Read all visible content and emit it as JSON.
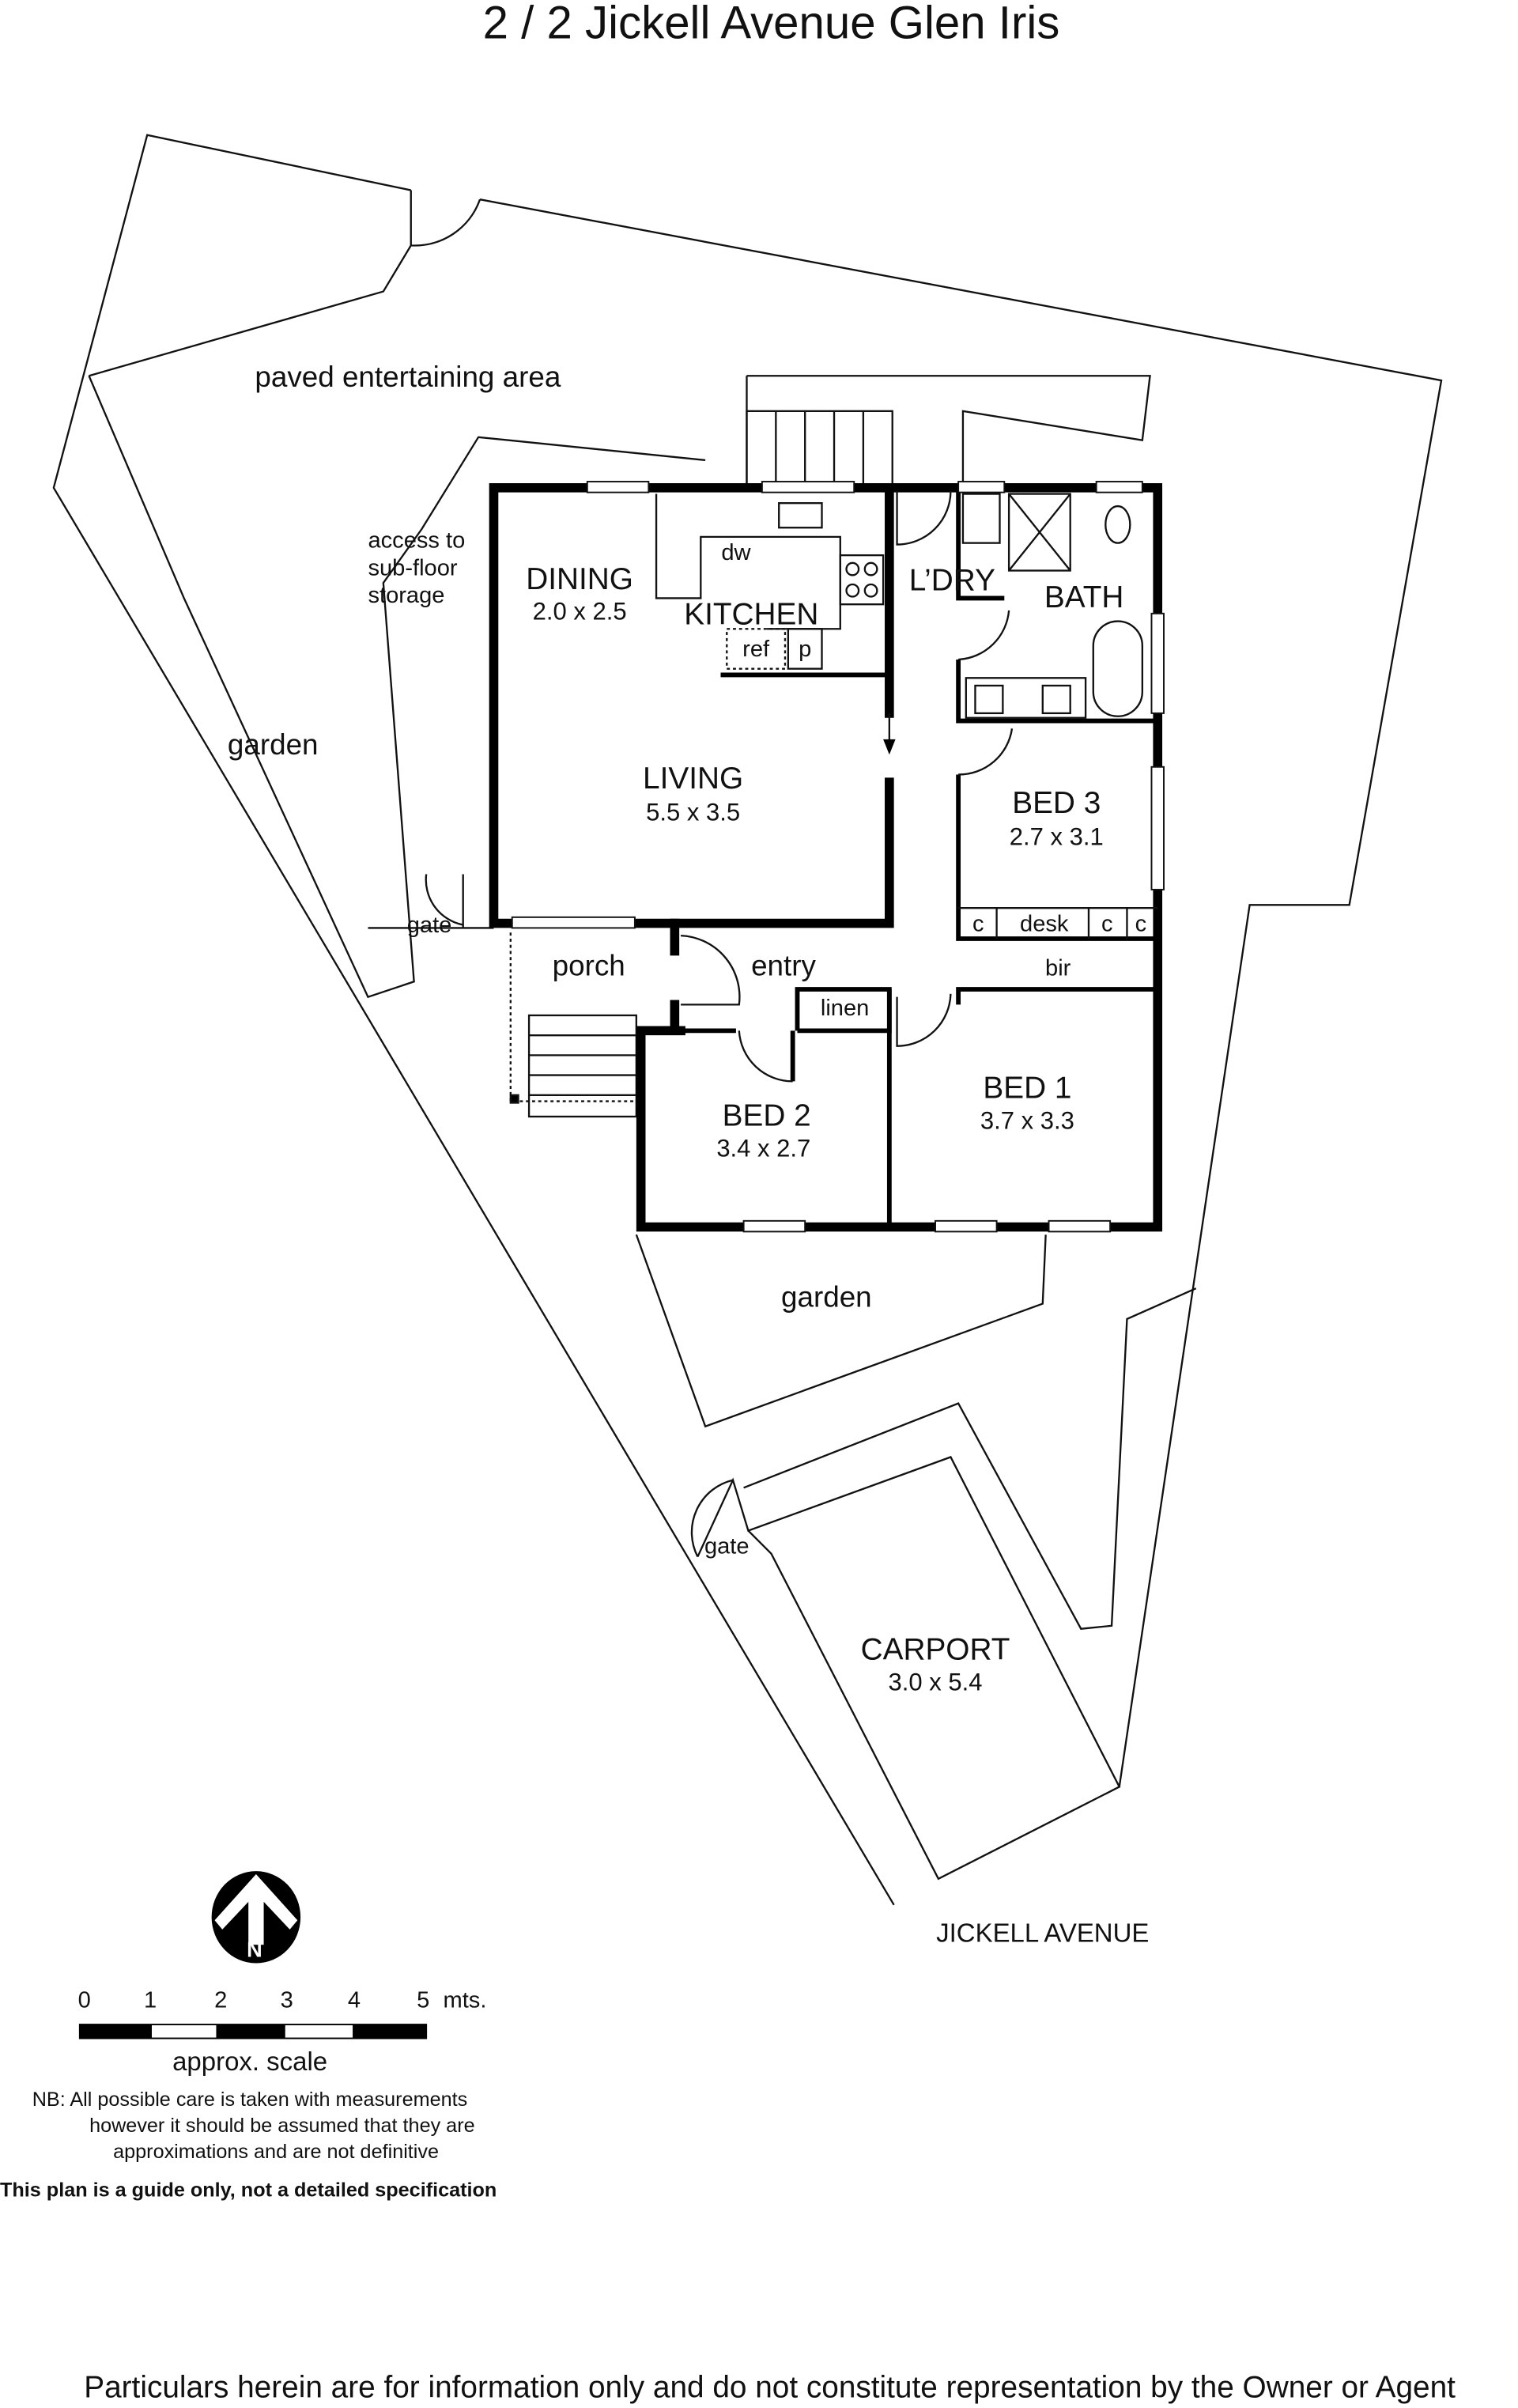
{
  "title": "2 / 2 Jickell Avenue Glen Iris",
  "rooms": {
    "dining": {
      "name": "DINING",
      "dims": "2.0 x 2.5"
    },
    "kitchen": {
      "name": "KITCHEN"
    },
    "living": {
      "name": "LIVING",
      "dims": "5.5 x 3.5"
    },
    "laundry": {
      "name": "L’DRY"
    },
    "bath": {
      "name": "BATH"
    },
    "bed3": {
      "name": "BED 3",
      "dims": "2.7 x 3.1"
    },
    "bed1": {
      "name": "BED 1",
      "dims": "3.7 x 3.3"
    },
    "bed2": {
      "name": "BED 2",
      "dims": "3.4 x 2.7"
    },
    "carport": {
      "name": "CARPORT",
      "dims": "3.0 x 5.4"
    }
  },
  "labels": {
    "paved": "paved entertaining area",
    "access1": "access to",
    "access2": "sub-floor",
    "access3": "storage",
    "garden_left": "garden",
    "garden_front": "garden",
    "gate_left": "gate",
    "gate_front": "gate",
    "porch": "porch",
    "entry": "entry",
    "linen": "linen",
    "bir": "bir",
    "desk": "desk",
    "c": "c",
    "dw": "dw",
    "ref": "ref",
    "p": "p",
    "street": "JICKELL AVENUE"
  },
  "legend": {
    "north": "N",
    "scale_ticks": [
      "0",
      "1",
      "2",
      "3",
      "4",
      "5"
    ],
    "scale_unit": "mts.",
    "scale_label": "approx. scale",
    "nb1": "NB:  All possible care is taken with measurements",
    "nb2": "however it should be assumed that they are",
    "nb3": "approximations and are not definitive",
    "guide": "This plan is a guide only, not a detailed specification"
  },
  "footer": "Particulars herein are for information only and do not constitute representation by the Owner or Agent"
}
